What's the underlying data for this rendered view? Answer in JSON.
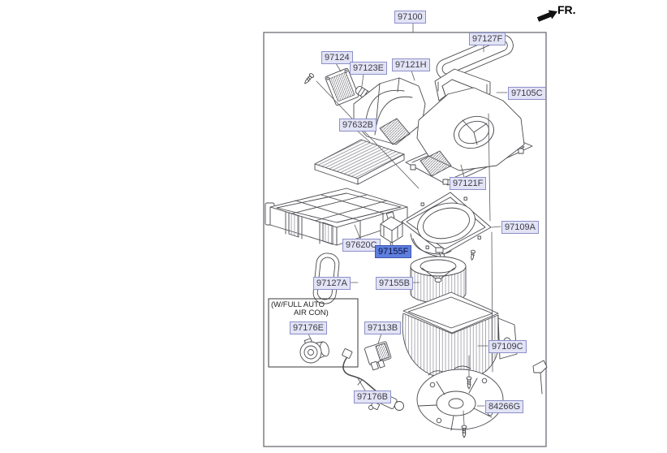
{
  "fr_label": "FR.",
  "assembly": {
    "root_part": "97100",
    "highlighted_part": "97155F"
  },
  "inset": {
    "line1": "(W/FULL AUTO",
    "line2": "AIR CON)",
    "part": "97176E"
  },
  "labels": [
    {
      "part": "97100",
      "highlighted": false
    },
    {
      "part": "97127F",
      "highlighted": false
    },
    {
      "part": "97124",
      "highlighted": false
    },
    {
      "part": "97123E",
      "highlighted": false
    },
    {
      "part": "97121H",
      "highlighted": false
    },
    {
      "part": "97105C",
      "highlighted": false
    },
    {
      "part": "97632B",
      "highlighted": false
    },
    {
      "part": "97121F",
      "highlighted": false
    },
    {
      "part": "97109A",
      "highlighted": false
    },
    {
      "part": "97620C",
      "highlighted": false
    },
    {
      "part": "97155F",
      "highlighted": true
    },
    {
      "part": "97127A",
      "highlighted": false
    },
    {
      "part": "97155B",
      "highlighted": false
    },
    {
      "part": "97176E",
      "highlighted": false
    },
    {
      "part": "97113B",
      "highlighted": false
    },
    {
      "part": "97109C",
      "highlighted": false
    },
    {
      "part": "97176B",
      "highlighted": false
    },
    {
      "part": "84266G",
      "highlighted": false
    }
  ],
  "colors": {
    "label_bg": "#e2e3f5",
    "label_border": "#8d90c8",
    "label_text": "#3c3c46",
    "highlight_bg": "#5d7fdd",
    "highlight_text": "#0d1240",
    "highlight_border": "#3f55b5",
    "line_art": "#4a4a50"
  }
}
